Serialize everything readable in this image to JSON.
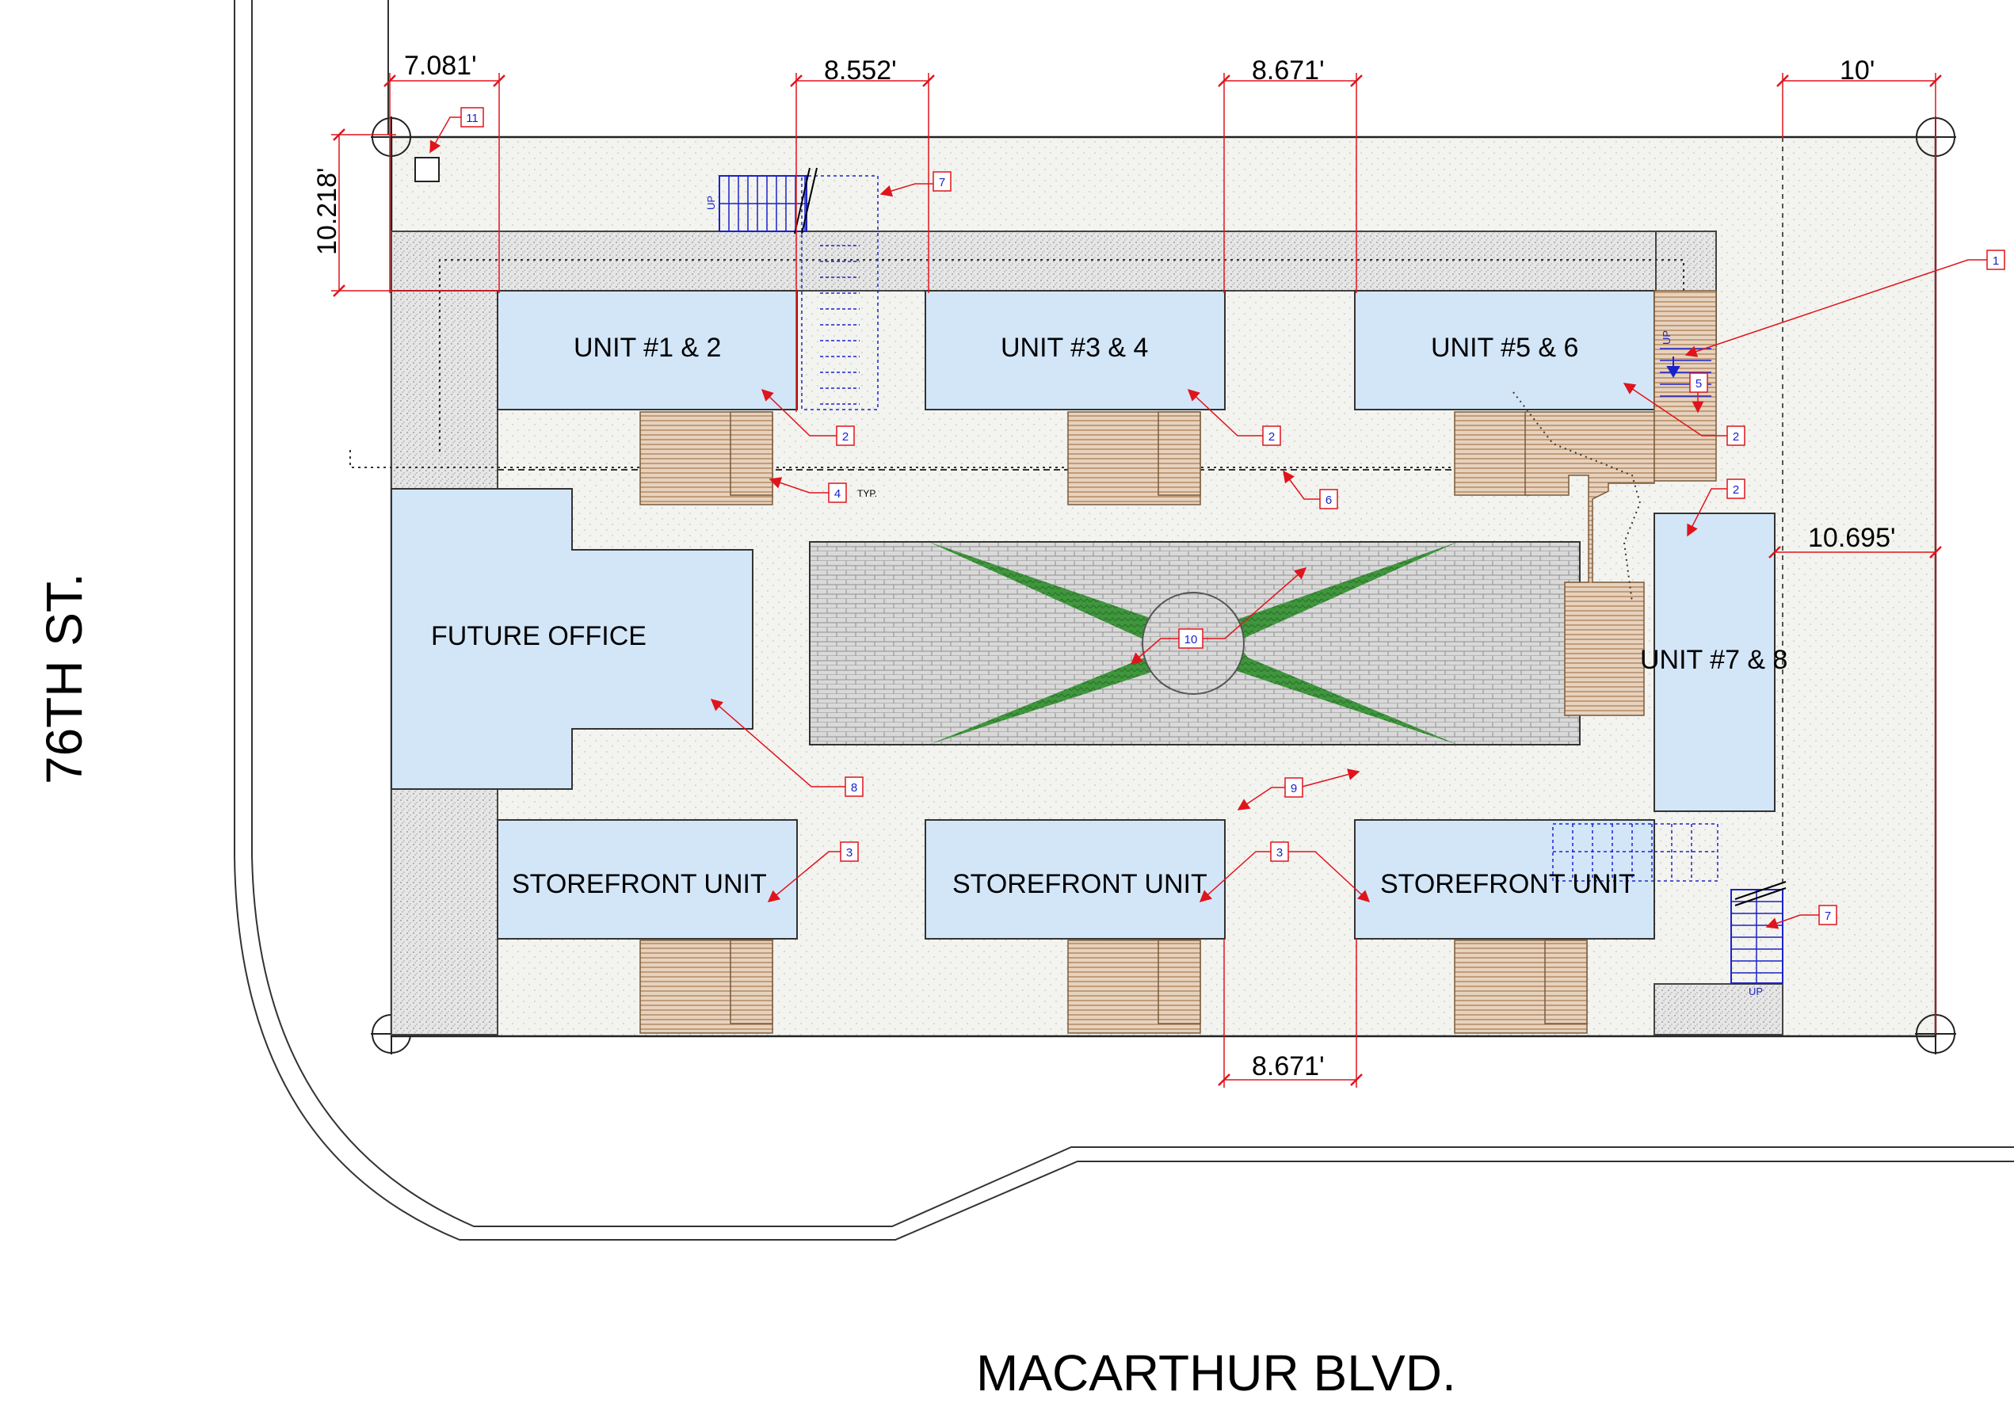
{
  "streets": {
    "side": "76TH ST.",
    "front": "MACARTHUR BLVD."
  },
  "units": {
    "unit_1_2": "UNIT #1 & 2",
    "unit_3_4": "UNIT #3 & 4",
    "unit_5_6": "UNIT #5 & 6",
    "unit_7_8": "UNIT #7 & 8",
    "future_office": "FUTURE OFFICE",
    "storefront_1": "STOREFRONT UNIT",
    "storefront_2": "STOREFRONT UNIT",
    "storefront_3": "STOREFRONT UNIT"
  },
  "dimensions": {
    "top_left": "7.081'",
    "top_mid_left": "8.552'",
    "top_mid_right": "8.671'",
    "top_right": "10'",
    "left_vertical": "10.218'",
    "right_side": "10.695'",
    "bottom_mid": "8.671'"
  },
  "callouts": {
    "c1": "1",
    "c2a": "2",
    "c2b": "2",
    "c2c": "2",
    "c2d": "2",
    "c3a": "3",
    "c3b": "3",
    "c4": "4",
    "c4_note": "TYP.",
    "c5": "5",
    "c6": "6",
    "c7a": "7",
    "c7b": "7",
    "c8": "8",
    "c9": "9",
    "c10": "10",
    "c11": "11"
  },
  "stair_labels": {
    "up_top": "UP",
    "up_right": "UP",
    "up_bottom": "UP"
  },
  "colors": {
    "building_fill": "#d3e6f8",
    "paving_fill": "#f2f2ee",
    "sidewalk_fill": "#e0e0e0",
    "lawn_fill": "#3f9a3f",
    "deck_fill": "#c9a98b",
    "dimension_line": "#e0141b",
    "callout_arrow": "#e0141b",
    "stair_line": "#1a23c9",
    "property_line": "#222222"
  }
}
